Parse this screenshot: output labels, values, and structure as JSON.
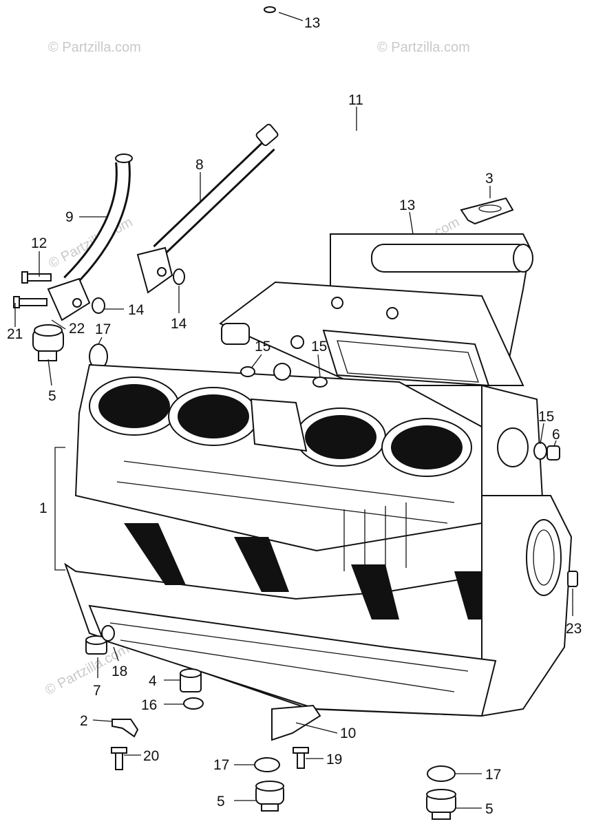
{
  "watermark": "© Partzilla.com",
  "callouts": [
    {
      "id": "c13a",
      "text": "13"
    },
    {
      "id": "c11",
      "text": "11"
    },
    {
      "id": "c8",
      "text": "8"
    },
    {
      "id": "c3",
      "text": "3"
    },
    {
      "id": "c13b",
      "text": "13"
    },
    {
      "id": "c9",
      "text": "9"
    },
    {
      "id": "c12",
      "text": "12"
    },
    {
      "id": "c14a",
      "text": "14"
    },
    {
      "id": "c14b",
      "text": "14"
    },
    {
      "id": "c21",
      "text": "21"
    },
    {
      "id": "c22",
      "text": "22"
    },
    {
      "id": "c17a",
      "text": "17"
    },
    {
      "id": "c5a",
      "text": "5"
    },
    {
      "id": "c15a",
      "text": "15"
    },
    {
      "id": "c15b",
      "text": "15"
    },
    {
      "id": "c15c",
      "text": "15"
    },
    {
      "id": "c6",
      "text": "6"
    },
    {
      "id": "c1",
      "text": "1"
    },
    {
      "id": "c23",
      "text": "23"
    },
    {
      "id": "c18",
      "text": "18"
    },
    {
      "id": "c7",
      "text": "7"
    },
    {
      "id": "c4",
      "text": "4"
    },
    {
      "id": "c16",
      "text": "16"
    },
    {
      "id": "c2",
      "text": "2"
    },
    {
      "id": "c10",
      "text": "10"
    },
    {
      "id": "c20",
      "text": "20"
    },
    {
      "id": "c17b",
      "text": "17"
    },
    {
      "id": "c19",
      "text": "19"
    },
    {
      "id": "c5b",
      "text": "5"
    },
    {
      "id": "c17c",
      "text": "17"
    },
    {
      "id": "c5c",
      "text": "5"
    }
  ]
}
